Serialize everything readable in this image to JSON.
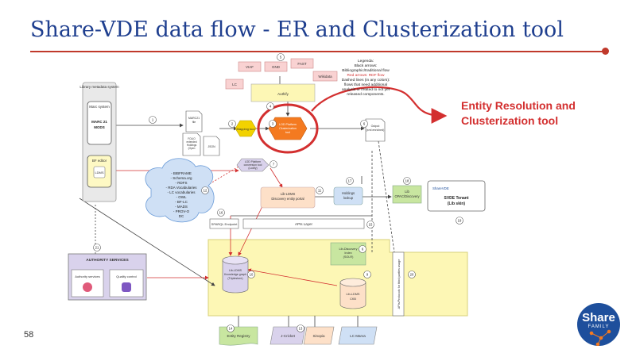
{
  "slide": {
    "title": "Share-VDE data flow - ER and Clusterization tool",
    "page_number": "58",
    "callout_line1": "Entity Resolution and",
    "callout_line2": "Clusterization tool",
    "logo_word": "Share",
    "logo_sub": "FAMILY"
  },
  "legend": {
    "title": "Legenda:",
    "lines": [
      "Black arrows:",
      "Bibliographic/traditional flow",
      "Red arrows: RDF flow",
      "Dashed lines (in any colors):",
      "flows that need additional",
      "analysis or related to not yet",
      "released components."
    ]
  },
  "nodes": {
    "library_system": "Library metadata system",
    "marc_system": "Marc system",
    "marc_formats": [
      "MARC 21",
      "MODS"
    ],
    "bf_editor": "BF editor",
    "ldms": "LDMS",
    "authority_services": "AUTHORITY SERVICES",
    "authority_sub": "Authority services",
    "quality_control": "Quality control",
    "viaf": "VIAF",
    "gnd": "GND",
    "fast": "FAST",
    "lc": "LC",
    "wikidata": "Wikidata",
    "authify": "Authify",
    "mapping_tool": "Mapping tool",
    "lod_platform": [
      "LOD Platform",
      "Clusterization",
      "tool"
    ],
    "output": [
      "Output",
      "(xml enriched)"
    ],
    "marc_doc": [
      "MARC21",
      "file"
    ],
    "folio_doc": [
      "FOLIO",
      "extended",
      "Holdings",
      "(Open"
    ],
    "json_doc": "JSON",
    "lod_conversion": [
      "LOD Platform",
      "conversion tool",
      "(Lodify)"
    ],
    "cloud_items": [
      "- BIBFRAME",
      "- Schema.org",
      "- RDFS",
      "- RDA Vocabularies",
      "- LC vocabularies",
      "- OWL",
      "- BF-LC",
      "- MADS",
      "- PROV-O",
      "DC"
    ],
    "discovery_portal": [
      "Lib-LDMS",
      "Discovery entity portal"
    ],
    "holdings_lookup": [
      "Holdings",
      "lookup"
    ],
    "opac": [
      "Lib",
      "OPAC/Discovery"
    ],
    "svde_logo": "ShareVDE",
    "svde_tenant": [
      "SVDE Tenant",
      "(Lib skin)"
    ],
    "sparql": "SPARQL Endpoint",
    "apis_layer": "APIs Layer",
    "discovery_index": [
      "Lib-Discovery",
      "Index",
      "(SOLR)"
    ],
    "knowledge_graph": [
      "Lib-LDMS",
      "Knowledge graph",
      "(Triplestore)"
    ],
    "ldms_db": [
      "Lib-LDMS",
      "CKB"
    ],
    "apis_protocols": "APIs/Protocols for third parties usage",
    "entity_registry": "Entity Registry",
    "jcricket": "J-Cricket",
    "sinopia": "Sinopia",
    "lc_marva": "LC Marva"
  },
  "numbers": {
    "n1": "1",
    "n2": "2",
    "n3": "3",
    "n4": "4",
    "n5": "5",
    "n6": "6",
    "n7": "7",
    "n6b": "6",
    "n9": "9",
    "n10": "10",
    "n11": "11",
    "n12": "12",
    "n13": "13",
    "n14": "14",
    "n15": "15",
    "n16": "16",
    "n17": "17",
    "n18": "18",
    "n19": "19",
    "n20": "20",
    "n21": "21"
  },
  "colors": {
    "title": "#1f3f8f",
    "accent_red": "#c0392b",
    "red_flow": "#d32f2f",
    "yellow_area": "#fdf7b5",
    "lavender": "#d9d2ec",
    "peach": "#fde0c8",
    "pink": "#f9d2d2",
    "green": "#c8e6a0",
    "blue": "#cfe0f5",
    "orange": "#f47a20"
  }
}
